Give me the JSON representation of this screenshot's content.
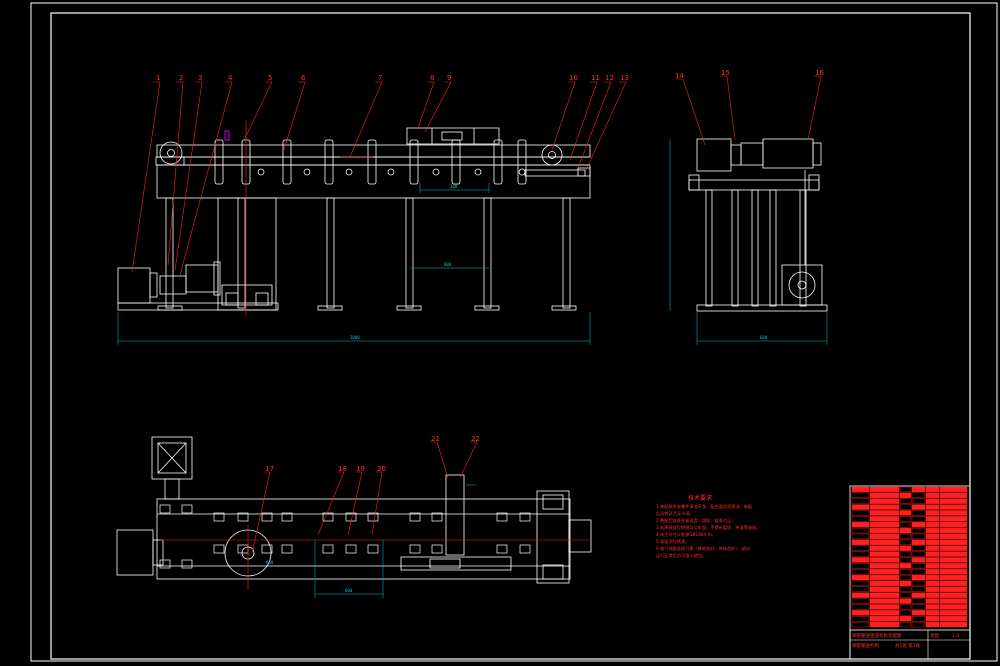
{
  "drawing": {
    "colors": {
      "background": "#000000",
      "outline": "#ffffff",
      "leader": "#ff2020",
      "dimension": "#00c8c8",
      "center": "#ff2020",
      "accent": "#ff00ff"
    },
    "front_view_labels": [
      "1",
      "2",
      "3",
      "4",
      "5",
      "6",
      "7",
      "8",
      "9",
      "10",
      "11",
      "12",
      "13"
    ],
    "side_view_labels": [
      "14",
      "15",
      "16"
    ],
    "plan_view_labels": [
      "17",
      "18",
      "19",
      "20",
      "21",
      "22"
    ],
    "dimensions": {
      "front_overall": "2000",
      "front_span": "800",
      "front_cylinder": "300",
      "side_overall": "600",
      "plan_span": "600",
      "plan_radius": "R60"
    },
    "notes": {
      "title": "技术要求",
      "lines": [
        "1.装配前所有零件清洗干净，配合面涂润滑油，装配",
        "后运转灵活无卡滞。",
        "2.装配后链条张紧适度，链轮、链条对正。",
        "3.各焊接部位焊缝均匀牢固，不得有裂纹、夹渣等缺陷。",
        "4.未注尺寸公差按GB1804-m。",
        "5.表面涂防锈漆。",
        "6.电气线路连接可靠（接地良好、绝缘良好），调试",
        "运行正常后方可投入使用。"
      ]
    },
    "title_block": {
      "name_line1": "钢管输送辊道机构装配图",
      "name_line2": "钢管输送机构",
      "scale": "1:4",
      "sheet": "共1张 第1张",
      "material": "装配",
      "row_count": 24
    }
  }
}
